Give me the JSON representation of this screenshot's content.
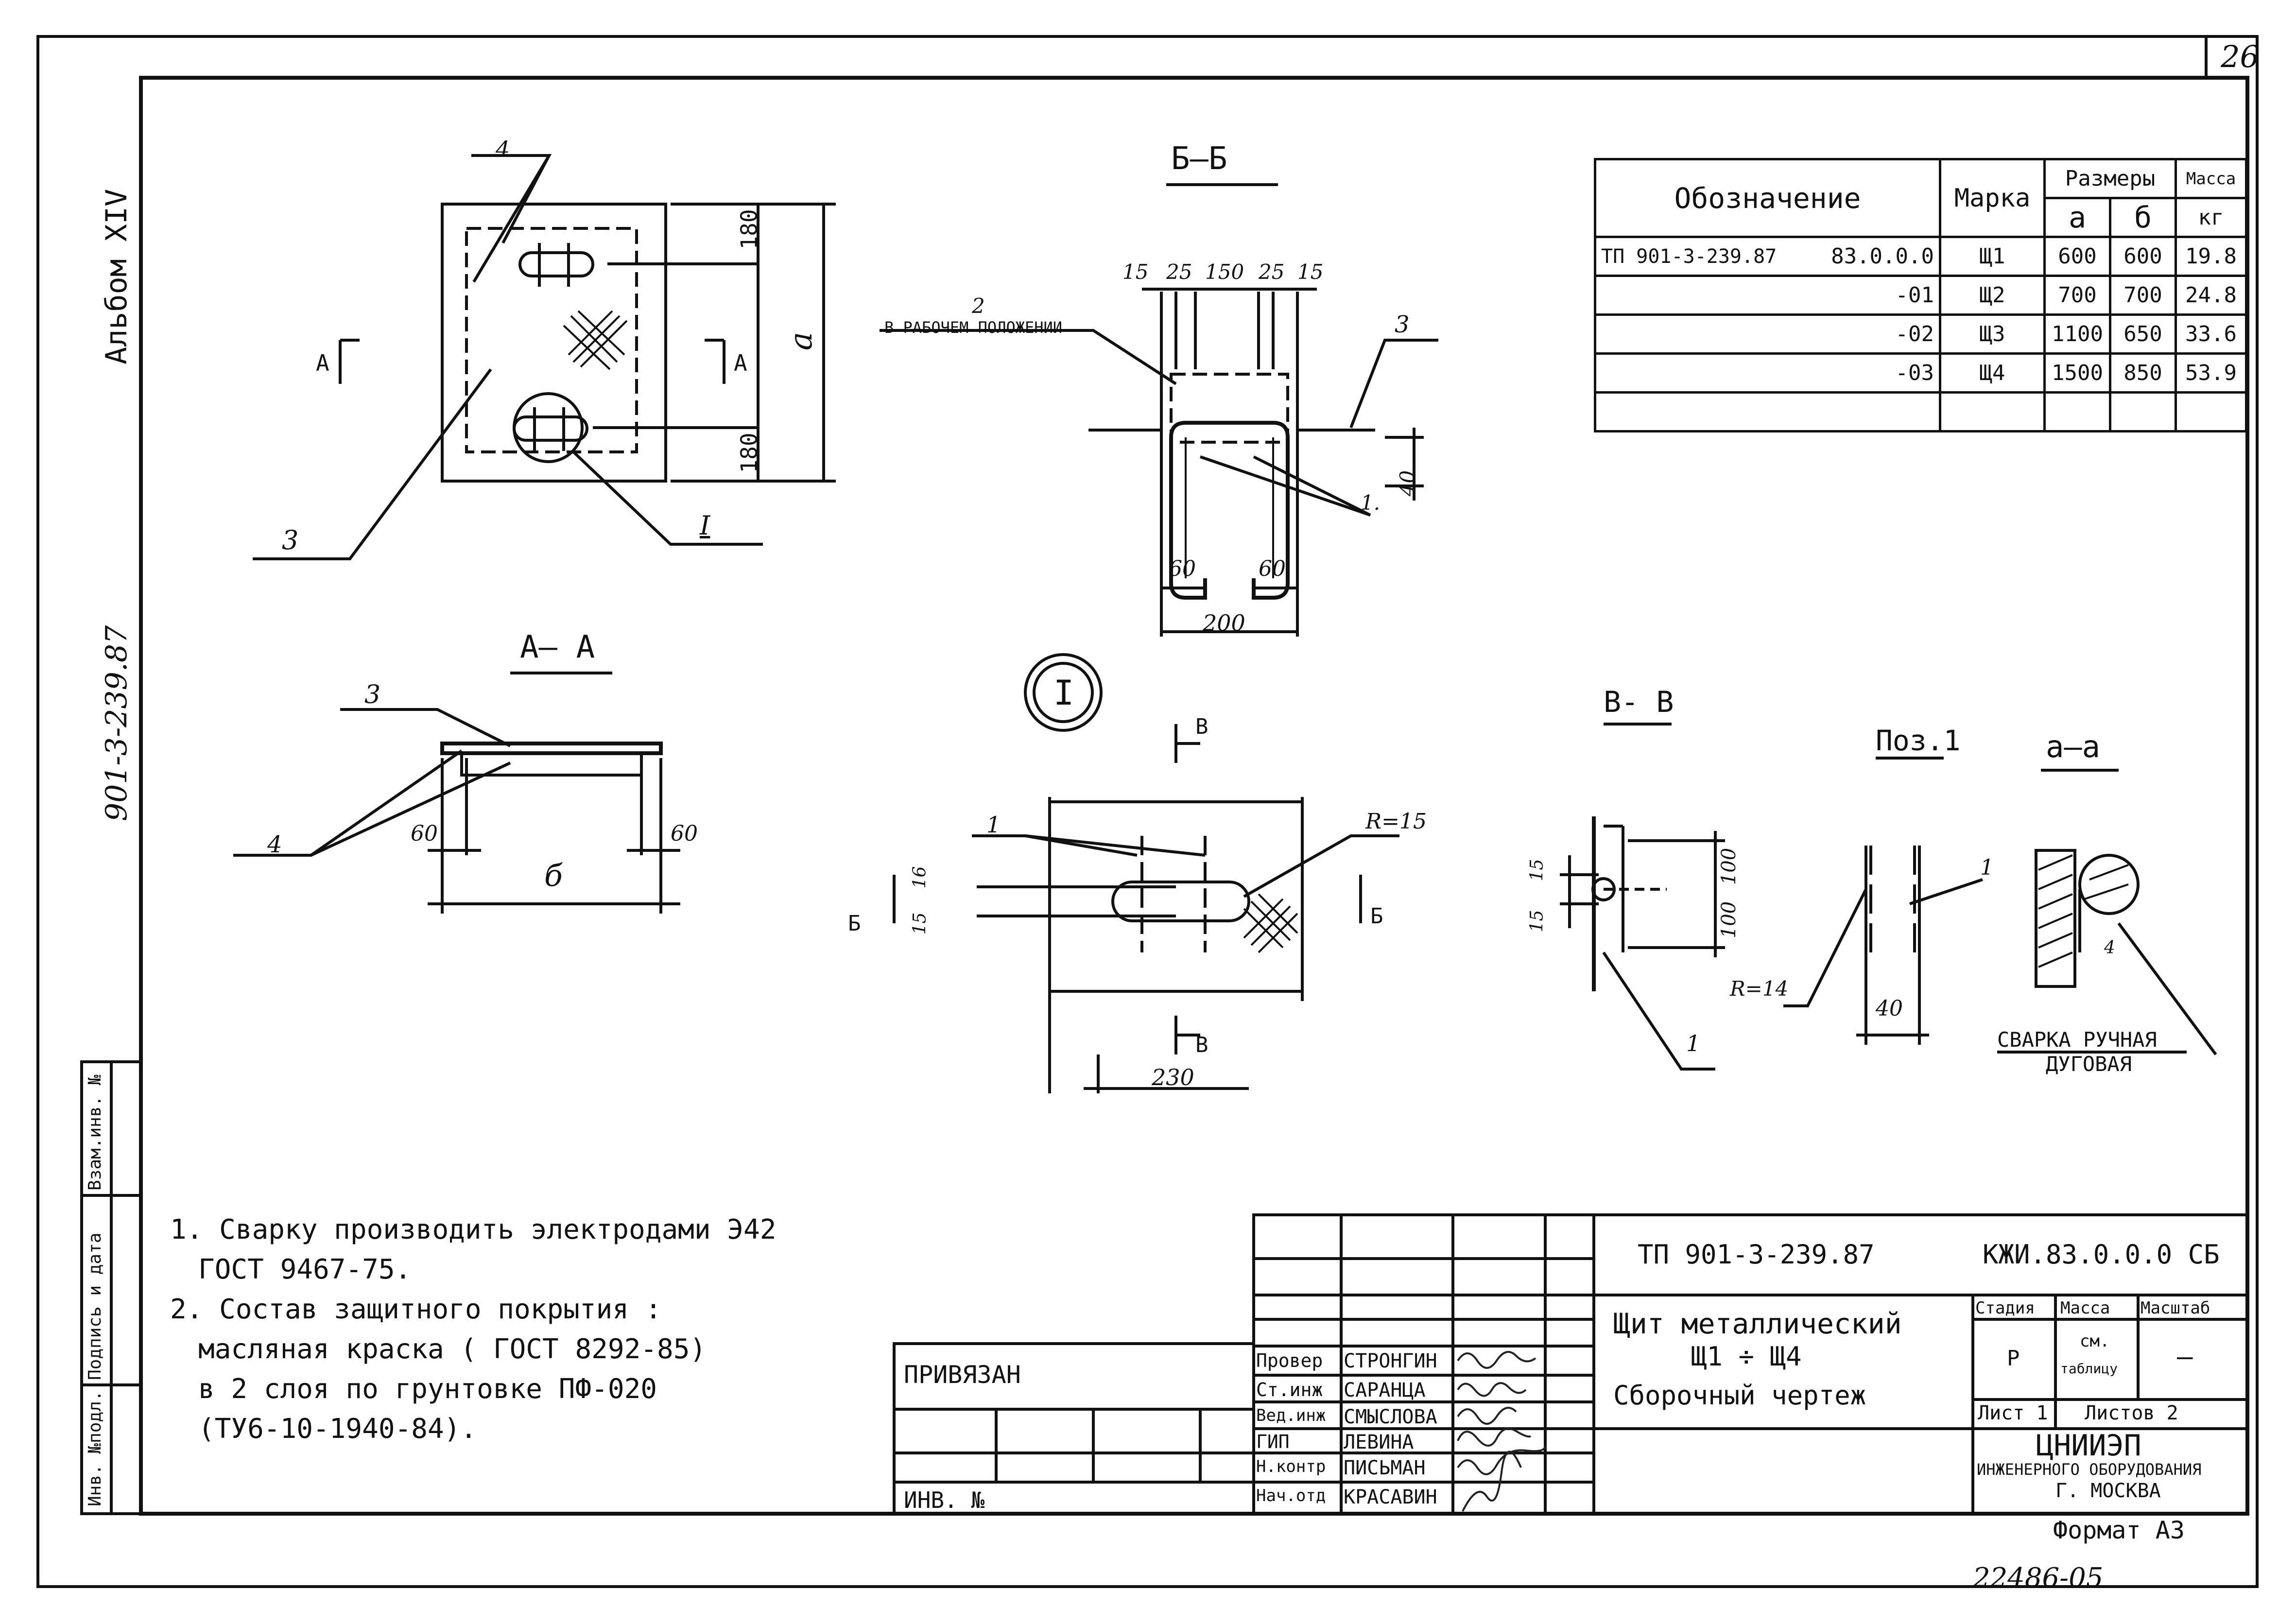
{
  "sheet": {
    "page_number": "26",
    "album": "Альбом XIV",
    "project_number": "901-3-239.87",
    "bottom_number": "22486-05",
    "format": "Формат А3"
  },
  "margin_stamp": {
    "inv_podl": "Инв. №подл.",
    "podpis_data": "Подпись и дата",
    "vzam_inv": "Взам.инв. №"
  },
  "spec_table": {
    "headers": {
      "designation": "Обозначение",
      "mark": "Марка",
      "sizes": "Размеры",
      "size_a": "а",
      "size_b": "б",
      "mass": "Масса",
      "mass_unit": "кг"
    },
    "rows": [
      {
        "code": "ТП 901-3-239.87",
        "suffix": "83.0.0.0",
        "mark": "Щ1",
        "a": "600",
        "b": "600",
        "mass": "19.8"
      },
      {
        "code": "",
        "suffix": "-01",
        "mark": "Щ2",
        "a": "700",
        "b": "700",
        "mass": "24.8"
      },
      {
        "code": "",
        "suffix": "-02",
        "mark": "Щ3",
        "a": "1100",
        "b": "650",
        "mass": "33.6"
      },
      {
        "code": "",
        "suffix": "-03",
        "mark": "Щ4",
        "a": "1500",
        "b": "850",
        "mass": "53.9"
      }
    ]
  },
  "drawing": {
    "section_bb": "Б–Б",
    "section_aa": "А– А",
    "section_vv": "В- В",
    "poz1": "Поз.1",
    "section_alpha": "а–а",
    "node_I": "I",
    "plan_dims": {
      "top": "180",
      "bottom": "180",
      "a": "а",
      "lbl4": "4",
      "lbl3": "3",
      "lblI": "I",
      "cut_a": "А"
    },
    "bb_dims": {
      "d15a": "15",
      "d25a": "25",
      "d150": "150",
      "d25b": "25",
      "d15b": "15",
      "d60a": "60",
      "d60b": "60",
      "d200": "200",
      "d40": "40",
      "lbl2": "2",
      "lbl2_note": "в рабочем положении",
      "lbl3": "3",
      "lbl1": "1."
    },
    "aa_dims": {
      "lbl3": "3",
      "lbl4": "4",
      "d60a": "60",
      "d60b": "60",
      "b": "б"
    },
    "detail_dims": {
      "r15": "R=15",
      "d16": "16",
      "d15": "15",
      "d230": "230",
      "lbl1": "1",
      "cut_b": "Б",
      "cut_v": "В"
    },
    "vv_dims": {
      "d15a": "15",
      "d15b": "15",
      "d100a": "100",
      "d100b": "100",
      "lbl1": "1"
    },
    "poz1_dims": {
      "r14": "R=14",
      "d40": "40",
      "lbl1": "1"
    },
    "alpha_dims": {
      "d4": "4",
      "weld": "Сварка ручная",
      "weld2": "дуговая"
    }
  },
  "notes": [
    "1. Сварку производить электродами Э42",
    "ГОСТ 9467-75.",
    "2. Состав защитного покрытия :",
    "масляная краска ( ГОСТ 8292-85)",
    "в 2 слоя по грунтовке ПФ-020",
    "(ТУ6-10-1940-84)."
  ],
  "title_block": {
    "doc_code": "ТП 901-3-239.87",
    "doc_mark": "КЖИ.83.0.0.0 СБ",
    "title1": "Щит металлический",
    "title2": "Щ1 ÷ Щ4",
    "title3": "Сборочный чертеж",
    "stage_label": "Стадия",
    "mass_label": "Масса",
    "scale_label": "Масштаб",
    "stage": "Р",
    "mass_val1": "см.",
    "mass_val2": "таблицу",
    "scale": "—",
    "sheet_label": "Лист 1",
    "sheets_label": "Листов 2",
    "org1": "ЦНИИЭП",
    "org2": "инженерного оборудования",
    "org3": "г. Москва",
    "privyazan": "Привязан",
    "inv_no": "Инв. №",
    "roles": [
      {
        "role": "Провер",
        "name": "Стронгин"
      },
      {
        "role": "Ст.инж",
        "name": "Саранца"
      },
      {
        "role": "Вед.инж",
        "name": "Смыслова"
      },
      {
        "role": "ГИП",
        "name": "Левина"
      },
      {
        "role": "Н.контр",
        "name": "Письман"
      },
      {
        "role": "Нач.отд",
        "name": "Красавин"
      }
    ]
  }
}
